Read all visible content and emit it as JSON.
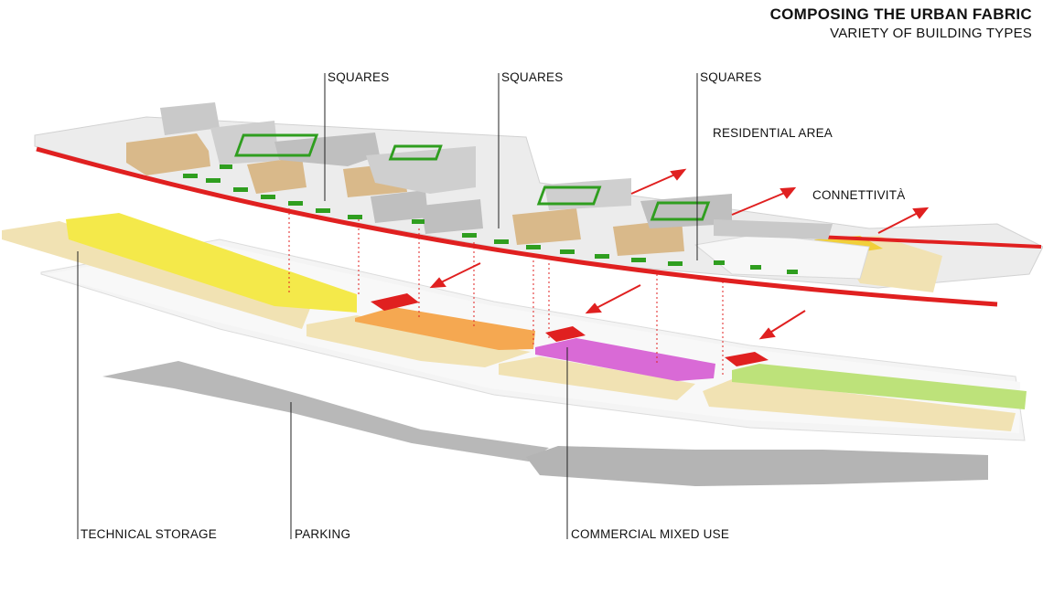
{
  "header": {
    "title": "COMPOSING THE URBAN FABRIC",
    "subtitle": "VARIETY OF BUILDING TYPES"
  },
  "labels": {
    "squares_1": "SQUARES",
    "squares_2": "SQUARES",
    "squares_3": "SQUARES",
    "residential": "RESIDENTIAL AREA",
    "connectivity": "CONNETTIVITÀ",
    "technical_storage": "TECHNICAL STORAGE",
    "parking": "PARKING",
    "commercial": "COMMERCIAL MIXED USE"
  },
  "colors": {
    "accent_red": "#e02020",
    "residential_block": "#d9b98a",
    "square_green": "#2f9e1f",
    "technical_yellow": "#f4e94a",
    "orange_block": "#f5a851",
    "commercial_magenta": "#d96ad6",
    "green_block": "#bde27a",
    "beige_band": "#f1e2b3",
    "parking_gray": "#b3b3b3",
    "leader_line": "#222222"
  }
}
